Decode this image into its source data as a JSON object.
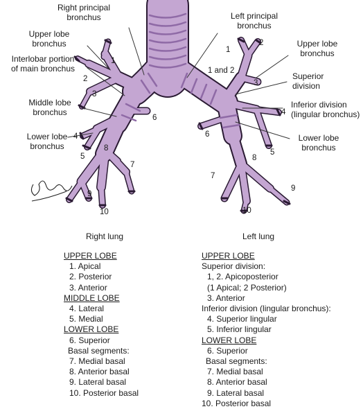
{
  "labels": {
    "right_principal": [
      "Right principal",
      "bronchus"
    ],
    "left_principal": [
      "Left principal",
      "bronchus"
    ],
    "right_upper_lobe": [
      "Upper lobe",
      "bronchus"
    ],
    "interlobar": [
      "Interlobar portion",
      "of main bronchus"
    ],
    "middle_lobe": [
      "Middle lobe",
      "bronchus"
    ],
    "right_lower_lobe": [
      "Lower lobe",
      "bronchus"
    ],
    "left_upper_lobe": [
      "Upper lobe",
      "bronchus"
    ],
    "superior_division": [
      "Superior",
      "division"
    ],
    "inferior_division": [
      "Inferior division",
      "(lingular bronchus)"
    ],
    "left_lower_lobe": [
      "Lower lobe",
      "bronchus"
    ],
    "right_lung": "Right lung",
    "left_lung": "Left lung"
  },
  "segment_numbers": {
    "r1": "1",
    "r2": "2",
    "r3": "3",
    "r4": "4",
    "r5": "5",
    "r6": "6",
    "r7": "7",
    "r8": "8",
    "r9": "9",
    "r10": "10",
    "l1": "1",
    "l2": "2",
    "l12": "1 and 2",
    "l3": "3",
    "l4": "4",
    "l5": "5",
    "l6": "6",
    "l7": "7",
    "l8": "8",
    "l9": "9",
    "l10": "10"
  },
  "signature": "Baines",
  "right_list": {
    "upper_lobe": "UPPER LOBE",
    "apical": "1. Apical",
    "posterior": "2. Posterior",
    "anterior": "3. Anterior",
    "middle_lobe": "MIDDLE LOBE",
    "lateral": "4. Lateral",
    "medial": "5. Medial",
    "lower_lobe": "LOWER LOBE",
    "superior": "6. Superior",
    "basal_segments": "Basal segments:",
    "medial_basal": "7. Medial basal",
    "anterior_basal": "8. Anterior basal",
    "lateral_basal": "9. Lateral basal",
    "posterior_basal": "10. Posterior basal"
  },
  "left_list": {
    "upper_lobe": "UPPER LOBE",
    "superior_division": "Superior division:",
    "apicoposterior": "1, 2. Apicoposterior",
    "apicoposterior_note": "(1 Apical; 2 Posterior)",
    "anterior": "3. Anterior",
    "inferior_division": "Inferior division (lingular bronchus):",
    "superior_lingular": "4. Superior lingular",
    "inferior_lingular": "5. Inferior lingular",
    "lower_lobe": "LOWER LOBE",
    "superior": "6. Superior",
    "basal_segments": "Basal segments:",
    "medial_basal": "7. Medial basal",
    "anterior_basal": "8. Anterior basal",
    "lateral_basal": "9. Lateral basal",
    "posterior_basal": "10. Posterior basal"
  },
  "colors": {
    "bronchus_fill": "#c4a6d2",
    "bronchus_shade": "#8f6aa6",
    "outline": "#2a1a33"
  }
}
